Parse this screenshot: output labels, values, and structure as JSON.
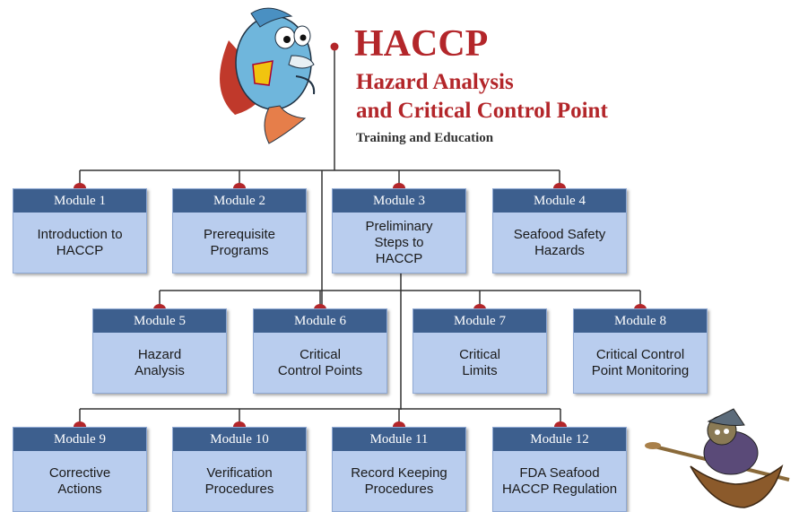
{
  "title": {
    "main": "HACCP",
    "subtitle_line1": "Hazard Analysis",
    "subtitle_line2": "and Critical Control Point",
    "tagline": "Training and Education"
  },
  "modules": [
    {
      "header": "Module 1",
      "label": "Introduction to\nHACCP"
    },
    {
      "header": "Module 2",
      "label": "Prerequisite\nPrograms"
    },
    {
      "header": "Module 3",
      "label": "Preliminary\nSteps to\nHACCP"
    },
    {
      "header": "Module 4",
      "label": "Seafood Safety\nHazards"
    },
    {
      "header": "Module 5",
      "label": "Hazard\nAnalysis"
    },
    {
      "header": "Module 6",
      "label": "Critical\nControl Points"
    },
    {
      "header": "Module 7",
      "label": "Critical\nLimits"
    },
    {
      "header": "Module 8",
      "label": "Critical Control\nPoint Monitoring"
    },
    {
      "header": "Module 9",
      "label": "Corrective\nActions"
    },
    {
      "header": "Module 10",
      "label": "Verification\nProcedures"
    },
    {
      "header": "Module 11",
      "label": "Record Keeping\nProcedures"
    },
    {
      "header": "Module 12",
      "label": "FDA Seafood\nHACCP Regulation"
    }
  ],
  "colors": {
    "title": "#b3262a",
    "module_header_bg": "#3d5f8e",
    "module_body_bg": "#b9cdee",
    "connector": "#333333",
    "connector_dot": "#b3262a"
  },
  "mascots": [
    "fish-superhero-mascot",
    "rowing-boat-character"
  ]
}
